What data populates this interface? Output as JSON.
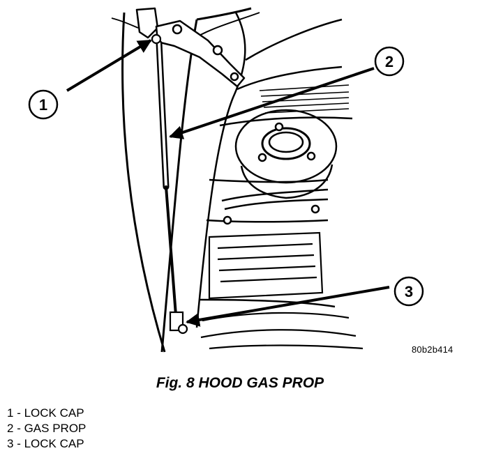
{
  "figure": {
    "code": "80b2b414",
    "caption": "Fig. 8 HOOD GAS PROP"
  },
  "callouts": [
    {
      "number": "1"
    },
    {
      "number": "2"
    },
    {
      "number": "3"
    }
  ],
  "legend": [
    {
      "number": "1",
      "separator": " - ",
      "label": "LOCK CAP"
    },
    {
      "number": "2",
      "separator": " - ",
      "label": "GAS PROP"
    },
    {
      "number": "3",
      "separator": " - ",
      "label": "LOCK CAP"
    }
  ],
  "colors": {
    "ink": "#000000",
    "paper": "#ffffff"
  }
}
